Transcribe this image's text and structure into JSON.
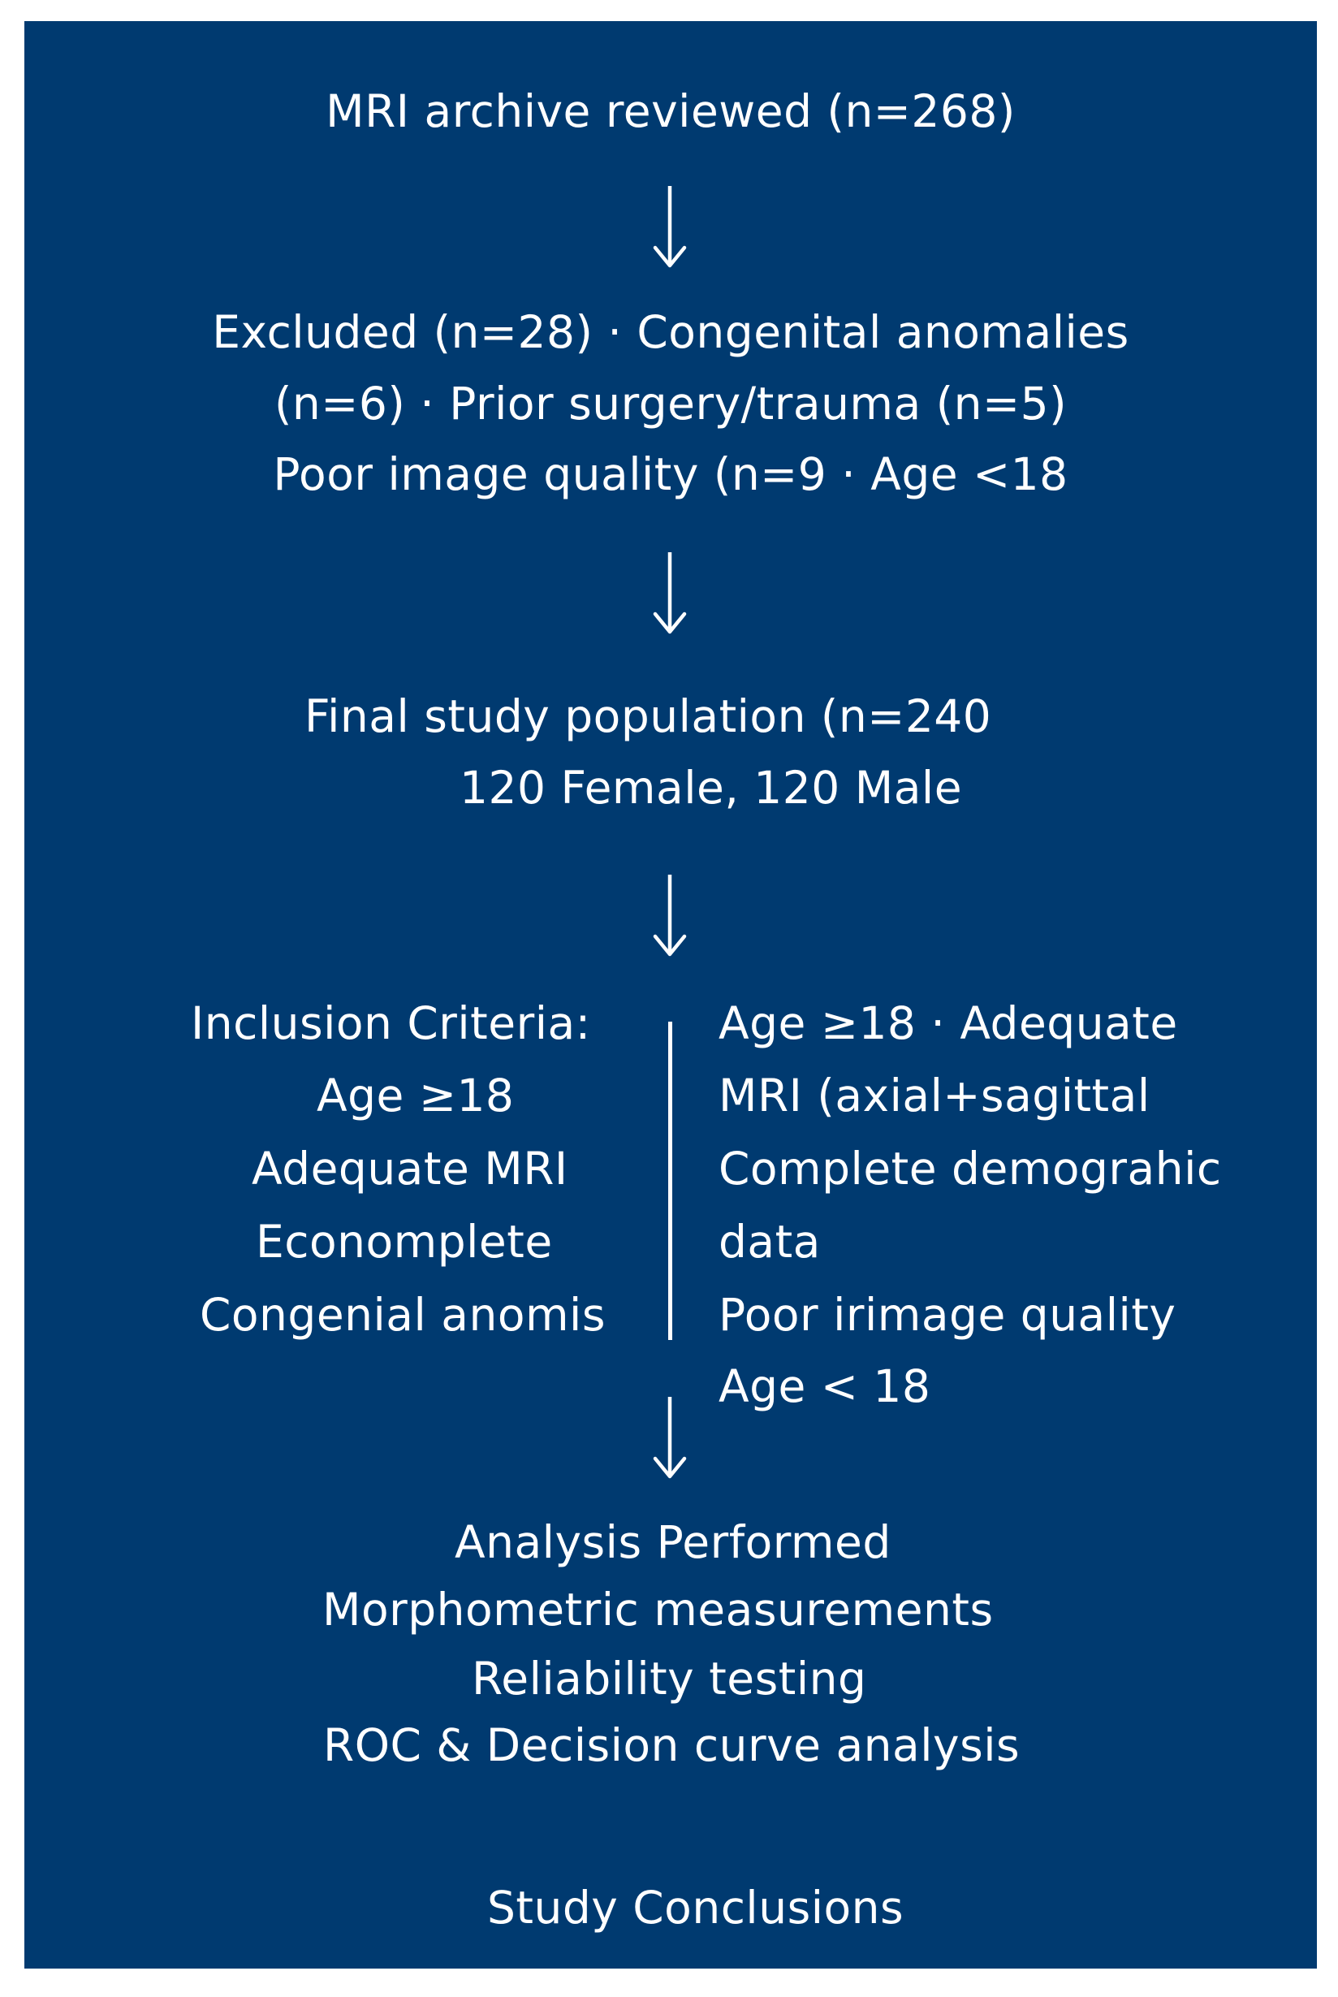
{
  "colors": {
    "panel_background": "#003a70",
    "text": "#ffffff",
    "outer_background": "#ffffff"
  },
  "icons": {
    "arrows": [
      "arrow-down-icon",
      "arrow-down-icon",
      "arrow-down-icon",
      "arrow-down-icon"
    ]
  },
  "step1": {
    "text": "MRI archive reviewed (n=268)"
  },
  "step2": {
    "lines": [
      "Excluded (n=28) · Congenital anomalies",
      "(n=6) · Prior surgery/trauma (n=5)",
      "Poor image quality (n=9 · Age <18"
    ]
  },
  "step3": {
    "lines": [
      "Final study population (n=240",
      "120 Female, 120 Male"
    ]
  },
  "criteria": {
    "left": [
      "Inclusion Criteria:",
      "Age ≥18",
      "Adequate MRI",
      "Econ­omplete",
      "Congenial anomis"
    ],
    "right": [
      "Age ≥18 · Adequate",
      "MRI (axial+sagittal",
      "Complete demograhic",
      "data",
      "Poor irimage quality",
      "Age < 18"
    ]
  },
  "step5": {
    "lines": [
      "Analysis Performed",
      "Morphometric measurements",
      "Reliability testing",
      "ROC & Decision curve analysis"
    ]
  },
  "footer": {
    "text": "Study Conclusions"
  }
}
